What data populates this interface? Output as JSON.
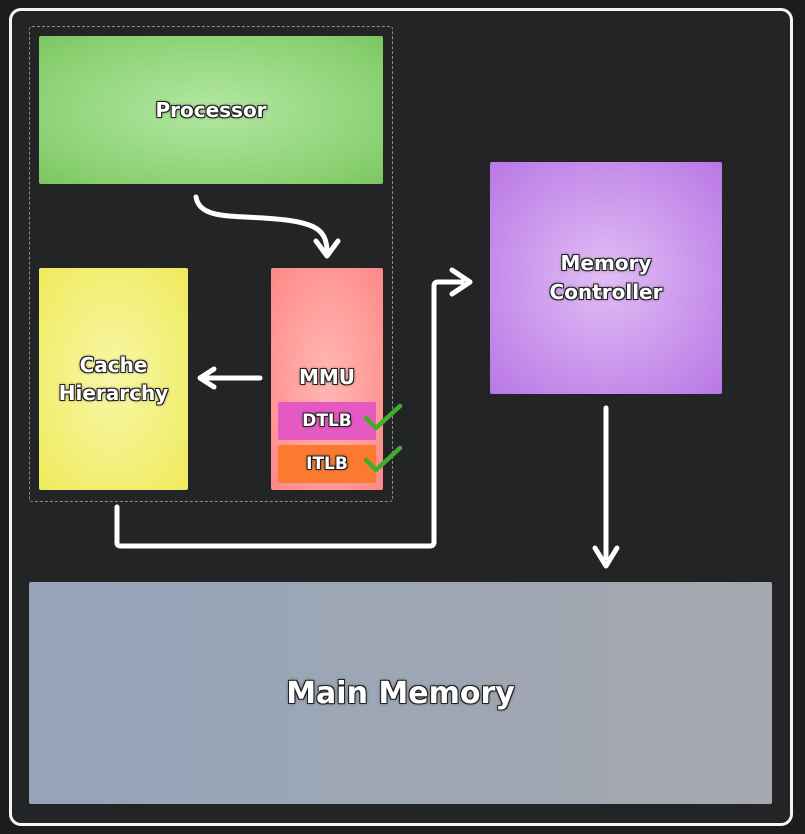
{
  "blocks": {
    "processor": "Processor",
    "cache_line1": "Cache",
    "cache_line2": "Hierarchy",
    "mmu": "MMU",
    "dtlb": "DTLB",
    "itlb": "ITLB",
    "memctl_line1": "Memory",
    "memctl_line2": "Controller",
    "main_memory": "Main Memory"
  },
  "colors": {
    "processor": "#8bd173",
    "cache": "#f2ee72",
    "mmu": "#ff9794",
    "dtlb": "#e658c2",
    "itlb": "#fb7a2f",
    "memory_controller": "#c58cea",
    "main_memory": "#9ea6b4",
    "check": "#3fae2a"
  },
  "icons": {
    "dtlb_status": "checkmark-icon",
    "itlb_status": "checkmark-icon"
  }
}
